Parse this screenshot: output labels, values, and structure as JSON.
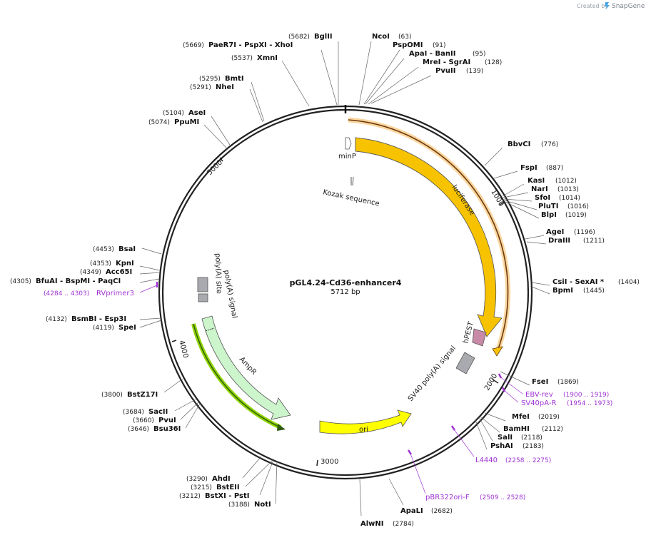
{
  "credit": {
    "prefix": "Created by",
    "brand": "SnapGene"
  },
  "plasmid": {
    "name": "pGL4.24-Cd36-enhancer4",
    "size": "5712 bp"
  },
  "ticks": [
    "1000",
    "2000",
    "3000",
    "4000",
    "5000"
  ],
  "features": {
    "minp": "minP",
    "kozak": "Kozak sequence",
    "luciferase": "luciferase",
    "hpest": "hPEST",
    "sv40": "SV40 poly(A) signal",
    "ori": "ori",
    "ampr": "AmpR",
    "polya_site": "poly(A) site",
    "polya_signal": "poly(A) signal"
  },
  "right_sites": [
    {
      "name": "NcoI",
      "pos": "(63)"
    },
    {
      "name": "PspOMI",
      "pos": "(91)"
    },
    {
      "name": "ApaI  - BanII",
      "pos": "(95)"
    },
    {
      "name": "MreI  - SgrAI",
      "pos": "(128)"
    },
    {
      "name": "PvuII",
      "pos": "(139)"
    },
    {
      "name": "BbvCI",
      "pos": "(776)"
    },
    {
      "name": "FspI",
      "pos": "(887)"
    },
    {
      "name": "KasI",
      "pos": "(1012)"
    },
    {
      "name": "NarI",
      "pos": "(1013)"
    },
    {
      "name": "SfoI",
      "pos": "(1014)"
    },
    {
      "name": "PluTI",
      "pos": "(1016)"
    },
    {
      "name": "BlpI",
      "pos": "(1019)"
    },
    {
      "name": "AgeI",
      "pos": "(1196)"
    },
    {
      "name": "DraIII",
      "pos": "(1211)"
    },
    {
      "name": "CsiI  - SexAI  *",
      "pos": "(1404)"
    },
    {
      "name": "BpmI",
      "pos": "(1445)"
    },
    {
      "name": "FseI",
      "pos": "(1869)"
    },
    {
      "name": "MfeI",
      "pos": "(2019)"
    },
    {
      "name": "BamHI",
      "pos": "(2112)"
    },
    {
      "name": "SalI",
      "pos": "(2118)"
    },
    {
      "name": "PshAI",
      "pos": "(2183)"
    },
    {
      "name": "ApaLI",
      "pos": "(2682)"
    },
    {
      "name": "AlwNI",
      "pos": "(2784)"
    }
  ],
  "left_sites": [
    {
      "name": "BglII",
      "pos": "(5682)"
    },
    {
      "name": "PaeR7I  - PspXI  - XhoI",
      "pos": "(5669)"
    },
    {
      "name": "XmnI",
      "pos": "(5537)"
    },
    {
      "name": "BmtI",
      "pos": "(5295)"
    },
    {
      "name": "NheI",
      "pos": "(5291)"
    },
    {
      "name": "AseI",
      "pos": "(5104)"
    },
    {
      "name": "PpuMI",
      "pos": "(5074)"
    },
    {
      "name": "BsaI",
      "pos": "(4453)"
    },
    {
      "name": "KpnI",
      "pos": "(4353)"
    },
    {
      "name": "Acc65I",
      "pos": "(4349)"
    },
    {
      "name": "BfuAI  - BspMI  - PaqCI",
      "pos": "(4305)"
    },
    {
      "name": "BsmBI  - Esp3I",
      "pos": "(4132)"
    },
    {
      "name": "SpeI",
      "pos": "(4119)"
    },
    {
      "name": "BstZ17I",
      "pos": "(3800)"
    },
    {
      "name": "SacII",
      "pos": "(3684)"
    },
    {
      "name": "PvuI",
      "pos": "(3660)"
    },
    {
      "name": "Bsu36I",
      "pos": "(3646)"
    },
    {
      "name": "AhdI",
      "pos": "(3290)"
    },
    {
      "name": "BstEII",
      "pos": "(3215)"
    },
    {
      "name": "BstXI  - PstI",
      "pos": "(3212)"
    },
    {
      "name": "NotI",
      "pos": "(3188)"
    }
  ],
  "primers": [
    {
      "name": "RVprimer3",
      "pos": "(4284 .. 4303)"
    },
    {
      "name": "EBV-rev",
      "pos": "(1900 .. 1919)"
    },
    {
      "name": "SV40pA-R",
      "pos": "(1954 .. 1973)"
    },
    {
      "name": "L4440",
      "pos": "(2258 .. 2275)"
    },
    {
      "name": "pBR322ori-F",
      "pos": "(2509 .. 2528)"
    }
  ],
  "colors": {
    "luciferase": "#f7c300",
    "luciferase_glow": "#fbd7a0",
    "ori": "#ffff00",
    "ampr": "#ccf5cc",
    "ampr_track": "#8fd400",
    "hpest": "#c88aa7",
    "sv40": "#a9aab0",
    "polya": "#a9aab0",
    "primer": "#a035d4",
    "backbone": "#222222"
  }
}
